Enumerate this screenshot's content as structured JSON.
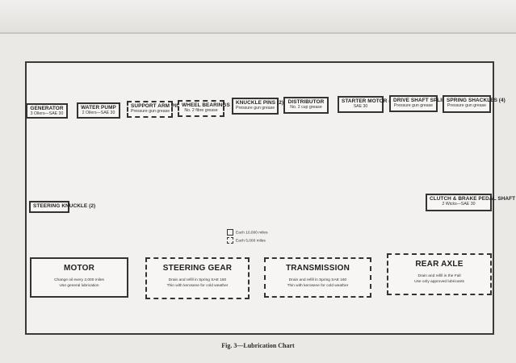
{
  "figure": {
    "caption": "Fig. 3—Lubrication Chart"
  },
  "callouts": {
    "generator": {
      "title": "GENERATOR",
      "sub": "3 Oilers—SAE 30"
    },
    "water_pump": {
      "title": "WATER PUMP",
      "sub": "2 Oilers—SAE 30"
    },
    "support_arm_pins": {
      "title": "SUPPORT ARM PINS (2)",
      "sub": "Pressure gun grease"
    },
    "wheel_bearings": {
      "title": "WHEEL BEARINGS (4)",
      "sub": "No. 2 fibre grease"
    },
    "knuckle_pins": {
      "title": "KNUCKLE PINS (2)",
      "sub": "Pressure gun grease"
    },
    "distributor": {
      "title": "DISTRIBUTOR",
      "sub": "No. 2 cup grease"
    },
    "starter_motor": {
      "title": "STARTER MOTOR (1)",
      "sub": "SAE 30"
    },
    "drive_shaft_spline": {
      "title": "DRIVE SHAFT SPLINE",
      "sub": "Pressure gun grease"
    },
    "spring_shackles": {
      "title": "SPRING SHACKLES (4)",
      "sub": "Pressure gun grease"
    },
    "steering_knuckle": {
      "title": "STEERING KNUCKLE (2)",
      "sub": ""
    },
    "clutch_brake": {
      "title": "CLUTCH & BRAKE PEDAL SHAFT",
      "sub": "2 Wicks—SAE 30"
    }
  },
  "legend": {
    "solid": "Each 10,000 miles",
    "dashed": "Each 5,000 miles"
  },
  "info_boxes": {
    "motor": {
      "title": "MOTOR",
      "line1": "Change oil every 2,000 miles",
      "line2": "Use general lubrication"
    },
    "steering_gear": {
      "title": "STEERING GEAR",
      "line1": "Drain and refill in Spring SAE 160",
      "line2": "Thin with kerosene for cold weather"
    },
    "transmission": {
      "title": "TRANSMISSION",
      "line1": "Drain and refill in Spring SAE 160",
      "line2": "Thin with kerosene for cold weather"
    },
    "rear_axle": {
      "title": "REAR AXLE",
      "line1": "Drain and refill in the Fall",
      "line2": "Use only approved lubricants"
    }
  },
  "colors": {
    "ink": "#2b2b2b",
    "paper": "#f2f1ef",
    "page": "#ebe9e6"
  }
}
